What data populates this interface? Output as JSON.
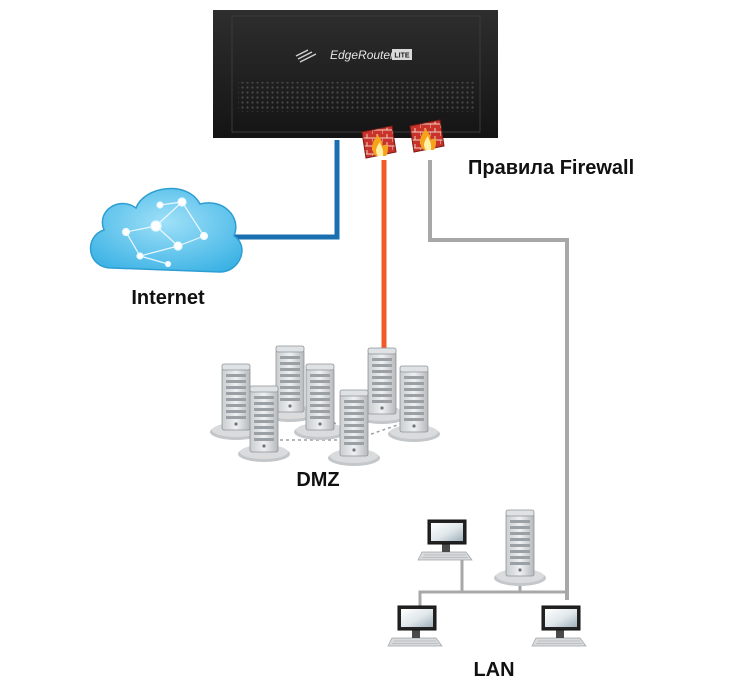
{
  "router": {
    "brand": "EdgeRouter",
    "model_badge": "LITE"
  },
  "labels": {
    "firewall": "Правила Firewall",
    "internet": "Internet",
    "dmz": "DMZ",
    "lan": "LAN"
  },
  "colors": {
    "wan_link": "#1a6fb0",
    "dmz_link": "#f05a28",
    "lan_link": "#a8a8a8",
    "router_body": "#1b1b1b",
    "cloud": "#6ccbee",
    "firewall_brick": "#c8332b",
    "flame": "#f7a21b"
  },
  "icons": {
    "cloud": "internet-cloud-icon",
    "firewall": "firewall-icon",
    "server": "server-icon",
    "workstation": "workstation-icon"
  }
}
